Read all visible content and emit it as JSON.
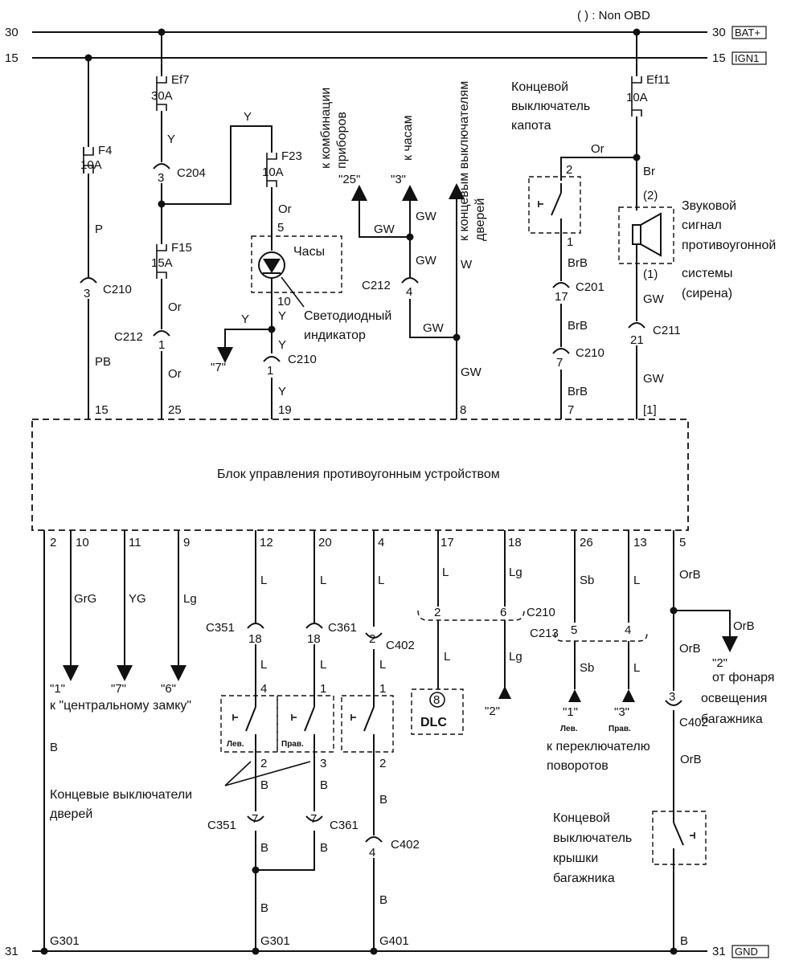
{
  "note": "( ) : Non OBD",
  "rails": {
    "r30_left": "30",
    "r30_right": "30",
    "r30_badge": "BAT+",
    "r15_left": "15",
    "r15_right": "15",
    "r15_badge": "IGN1",
    "r31_left": "31",
    "r31_right": "31",
    "r31_badge": "GND"
  },
  "fuses": {
    "ef7": "Ef7",
    "ef7_amp": "30A",
    "f4": "F4",
    "f4_amp": "10A",
    "f15": "F15",
    "f15_amp": "15A",
    "f23": "F23",
    "f23_amp": "10A",
    "ef11": "Ef11",
    "ef11_amp": "10A"
  },
  "wires": {
    "p": "P",
    "pb": "PB",
    "y1": "Y",
    "y_top": "Y",
    "or_f23": "Or",
    "or_c212": "Or",
    "or_mod": "Or",
    "y_c210": "Y",
    "y_led": "Y",
    "y_c210b": "Y",
    "y_mod": "Y",
    "gw1": "GW",
    "gw2": "GW",
    "gw3": "GW",
    "gw4": "GW",
    "gw5": "GW",
    "w": "W",
    "or_hood": "Or",
    "br": "Br",
    "brb1": "BrB",
    "brb2": "BrB",
    "brb3": "BrB",
    "gw_s1": "GW",
    "gw_s2": "GW",
    "grg": "GrG",
    "yg": "YG",
    "lg1": "Lg",
    "l12": "L",
    "l20": "L",
    "l4": "L",
    "l17": "L",
    "lg18": "Lg",
    "sb26": "Sb",
    "l13": "L",
    "orb5": "OrB",
    "l12b": "L",
    "l20b": "L",
    "l4b": "L",
    "l17b": "L",
    "lg18b": "Lg",
    "sb26b": "Sb",
    "l13b": "L",
    "orb_branch": "OrB",
    "orb_down": "OrB",
    "orb_c402": "OrB",
    "b_left": "B",
    "b_sw1": "B",
    "b_sw2": "B",
    "b_c351": "B",
    "b_c361": "B",
    "b_c402": "B",
    "b_c402b": "B",
    "b_g301": "B",
    "b_right": "B"
  },
  "connectors": {
    "c204": "C204",
    "c204_pin": "3",
    "c210a": "C210",
    "c210a_pin": "3",
    "c212a": "C212",
    "c212a_pin": "1",
    "c212b": "C212",
    "c212b_pin": "4",
    "c210b": "C210",
    "c210b_pin": "1",
    "c201": "C201",
    "c201_pin": "17",
    "c210c": "C210",
    "c210c_pin": "7",
    "c211": "C211",
    "c211_pin": "21",
    "c351a": "C351",
    "c351a_pin": "18",
    "c361a": "C361",
    "c361a_pin": "18",
    "c402a": "C402",
    "c402a_pin": "2",
    "c210d": "C210",
    "c210d_pin1": "2",
    "c210d_pin2": "6",
    "c213": "C213",
    "c213_pin1": "5",
    "c213_pin2": "4",
    "c402b": "C402",
    "c402b_pin": "3",
    "c351b": "C351",
    "c351b_pin": "7",
    "c361b": "C361",
    "c361b_pin": "7",
    "c402c": "C402",
    "c402c_pin": "4"
  },
  "pins_top": {
    "p15": "15",
    "p25": "25",
    "p19": "19",
    "p8": "8",
    "p7": "7",
    "p1": "[1]"
  },
  "pins_bottom": {
    "p2": "2",
    "p10": "10",
    "p11": "11",
    "p9": "9",
    "p12": "12",
    "p20": "20",
    "p4": "4",
    "p17": "17",
    "p18": "18",
    "p26": "26",
    "p13": "13",
    "p5": "5"
  },
  "misc_pins": {
    "clock5": "5",
    "clock10": "10",
    "hood2": "2",
    "hood1": "1",
    "siren2": "(2)",
    "siren1": "(1)",
    "dsw_l4": "4",
    "dsw_l2": "2",
    "dsw_r1": "1",
    "dsw_r3": "3",
    "dsw_c1": "1",
    "dsw_c2": "2"
  },
  "refs": {
    "r25": "\"25\"",
    "r3": "\"3\"",
    "r7": "\"7\"",
    "cl1": "\"1\"",
    "cl7": "\"7\"",
    "cl6": "\"6\"",
    "r2a": "\"2\"",
    "r2b": "\"2\"",
    "turn1": "\"1\"",
    "turn3": "\"3\""
  },
  "labels": {
    "to_cluster": "к комбинации приборов",
    "to_clock": "к часам",
    "to_door": "к концевым выключателям дверей",
    "hood_switch": "Концевой выключатель капота",
    "clock": "Часы",
    "led": "Светодиодный индикатор",
    "siren": "Звуковой сигнал противоугонной системы (сирена)",
    "module": "Блок управления противоугонным устройством",
    "central_lock": "к \"центральному замку\"",
    "door_switches": "Концевые выключатели дверей",
    "left": "Лев.",
    "right": "Прав.",
    "dlc": "DLC",
    "dlc_pin": "8",
    "turn": "к переключателю поворотов",
    "trunk_lamp": "от фонаря освещения багажника",
    "trunk_switch": "Концевой выключатель крышки багажника",
    "g301a": "G301",
    "g301b": "G301",
    "g401": "G401"
  }
}
